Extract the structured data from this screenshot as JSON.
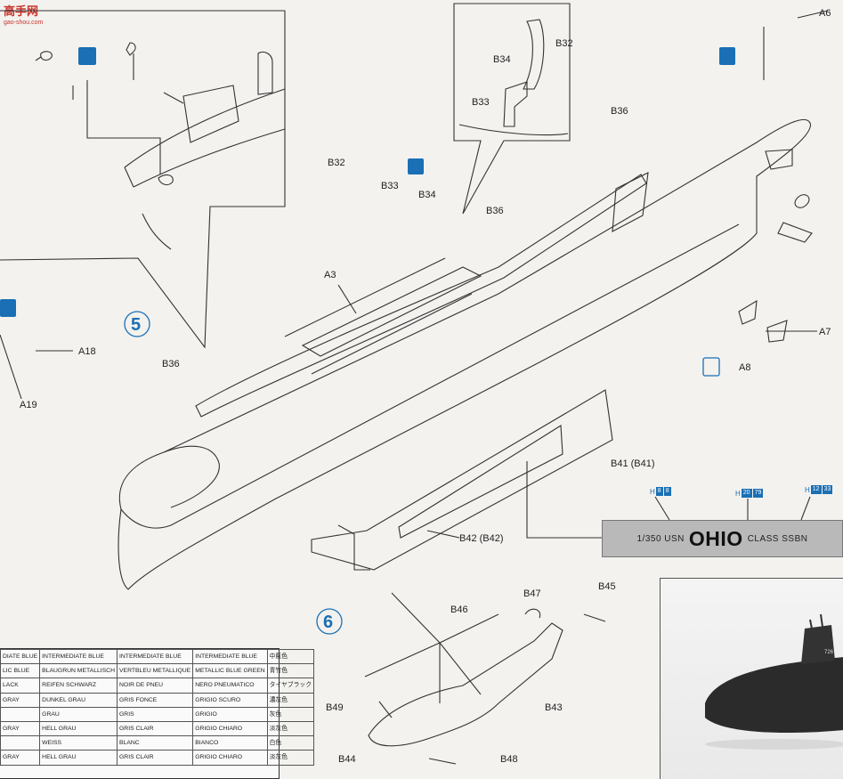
{
  "watermark": {
    "text": "高手网",
    "sub": "gao-shou.com"
  },
  "steps": [
    {
      "number": "5"
    },
    {
      "number": "6"
    }
  ],
  "part_labels": {
    "a6": "A6",
    "a3": "A3",
    "a7": "A7",
    "a8": "A8",
    "a18": "A18",
    "a19": "A19",
    "b32_top": "B32",
    "b33_top": "B33",
    "b34_top": "B34",
    "b32_inset": "B32",
    "b33_inset": "B33",
    "b34_inset": "B34",
    "b36_a": "B36",
    "b36_b": "B36",
    "b36_c": "B36",
    "b41": "B41 (B41)",
    "b42": "B42 (B42)",
    "b43": "B43",
    "b44": "B44",
    "b45": "B45",
    "b46": "B46",
    "b47": "B47",
    "b48": "B48",
    "b49": "B49"
  },
  "title_banner": {
    "scale": "1/350 USN",
    "name": "OHIO",
    "class": "CLASS SSBN"
  },
  "color_codes": [
    {
      "prefix": "H",
      "codes": [
        "8",
        "8"
      ]
    },
    {
      "prefix": "H",
      "codes": [
        "20",
        "79"
      ]
    },
    {
      "prefix": "H",
      "codes": [
        "12",
        "33"
      ]
    }
  ],
  "color_table": {
    "rows": [
      [
        "DIATE BLUE",
        "INTERMEDIATE BLUE",
        "INTERMEDIATE BLUE",
        "INTERMEDIATE BLUE",
        "中藍色"
      ],
      [
        "LIC BLUE",
        "BLAUGRUN METALLISCH",
        "VERTBLEU METALLIQUE",
        "METALLIC BLUE GREEN",
        "青竹色"
      ],
      [
        "LACK",
        "REIFEN SCHWARZ",
        "NOIR DE PNEU",
        "NERO PNEUMATICO",
        "タイヤブラック"
      ],
      [
        "GRAY",
        "DUNKEL GRAU",
        "GRIS FONCE",
        "GRIGIO SCURO",
        "濃灰色"
      ],
      [
        "",
        "GRAU",
        "GRIS",
        "GRIGIO",
        "灰色"
      ],
      [
        "GRAY",
        "HELL GRAU",
        "GRIS CLAIR",
        "GRIGIO CHIARO",
        "淡灰色"
      ],
      [
        "",
        "WEISS",
        "BLANC",
        "BIANCO",
        "白色"
      ],
      [
        "GRAY",
        "HELL GRAU",
        "GRIS CLAIR",
        "GRIGIO CHIARO",
        "淡灰色"
      ]
    ]
  },
  "photo": {
    "hull_number": "726"
  },
  "colors": {
    "accent_blue": "#1a6fb5",
    "banner_gray": "#b9b9b9",
    "watermark_red": "#c8342b"
  }
}
